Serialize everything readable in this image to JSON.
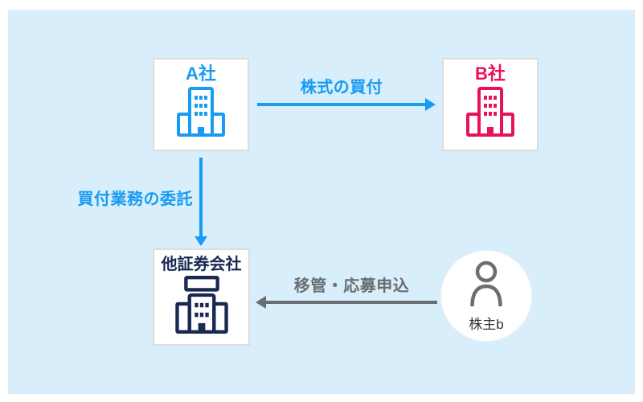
{
  "colors": {
    "panel": "#d8eefa",
    "blue": "#189bf2",
    "pink": "#e9115c",
    "navy": "#192a50",
    "gray": "#696e73",
    "dark": "#333333",
    "box_border": "#dcdcdc"
  },
  "nodes": {
    "company_a": {
      "label": "A社"
    },
    "company_b": {
      "label": "B社"
    },
    "securities": {
      "label": "他証券会社"
    },
    "shareholder": {
      "label": "株主b"
    }
  },
  "arrows": {
    "stock_purchase": {
      "label": "株式の買付"
    },
    "entrustment": {
      "label": "買付業務の委託"
    },
    "transfer_application": {
      "label": "移管・応募申込"
    }
  }
}
